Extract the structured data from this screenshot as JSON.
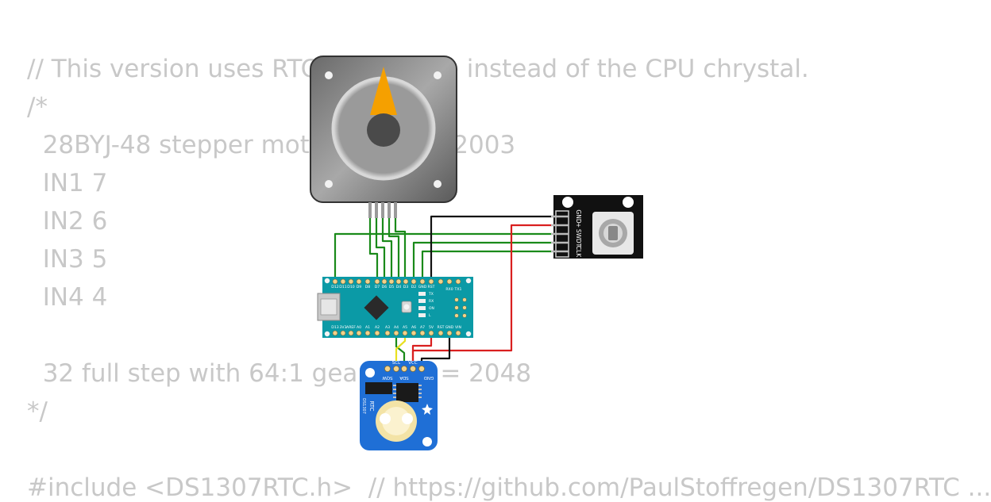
{
  "code": {
    "lines": [
      "// This version uses RTC SQW pulse instead of the CPU chrystal.",
      "/*",
      "  28BYJ-48 stepper motor with ULN2003",
      "  IN1 7",
      "  IN2 6",
      "  IN3 5",
      "  IN4 4",
      "",
      "  32 full step with 64:1 gear ratio = 2048",
      "*/",
      "",
      "#include <DS1307RTC.h>  // https://github.com/PaulStoffregen/DS1307RTC ..."
    ]
  },
  "encoder": {
    "pins": [
      "GND",
      "+",
      "SW",
      "DT",
      "CLK"
    ]
  },
  "arduino": {
    "top_pins": [
      "D12",
      "D11",
      "D10",
      "D9",
      "D8",
      "D7",
      "D6",
      "D5",
      "D4",
      "D3",
      "D2",
      "GND",
      "RST",
      "RX0",
      "TX1"
    ],
    "bottom_pins": [
      "D13",
      "3V3",
      "AREF",
      "A0",
      "A1",
      "A2",
      "A3",
      "A4",
      "A5",
      "A6",
      "A7",
      "5V",
      "RST",
      "GND",
      "VIN"
    ],
    "leds": [
      "TX",
      "RX",
      "ON",
      "L"
    ]
  },
  "rtc": {
    "title": "RTC",
    "chip": "DS1307",
    "pins": [
      "SQW",
      "SCL",
      "SDA",
      "VCC",
      "GND"
    ]
  },
  "colors": {
    "wire_green": "#1a8a1a",
    "wire_black": "#111111",
    "wire_red": "#d91f1f",
    "wire_yellow": "#e8e021",
    "arduino_board": "#0b9aa6",
    "rtc_board": "#1f6fd6",
    "motor_pointer": "#f5a000"
  }
}
